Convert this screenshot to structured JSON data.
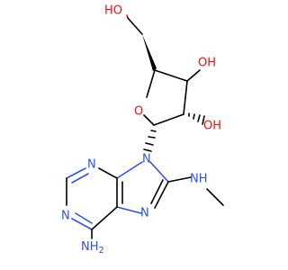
{
  "atoms": {
    "ho_top": "HO",
    "ring_o": "O",
    "oh_c3": "OH",
    "oh_c2": "OH",
    "n9": "N",
    "n3": "N",
    "n1": "N",
    "n7": "N",
    "nh_methyl": "NH",
    "nh2": "NH",
    "nh2_sub": "2"
  },
  "colors": {
    "carbon": "#000000",
    "oxygen": "#ff0d0d",
    "nitrogen": "#3050f8"
  }
}
